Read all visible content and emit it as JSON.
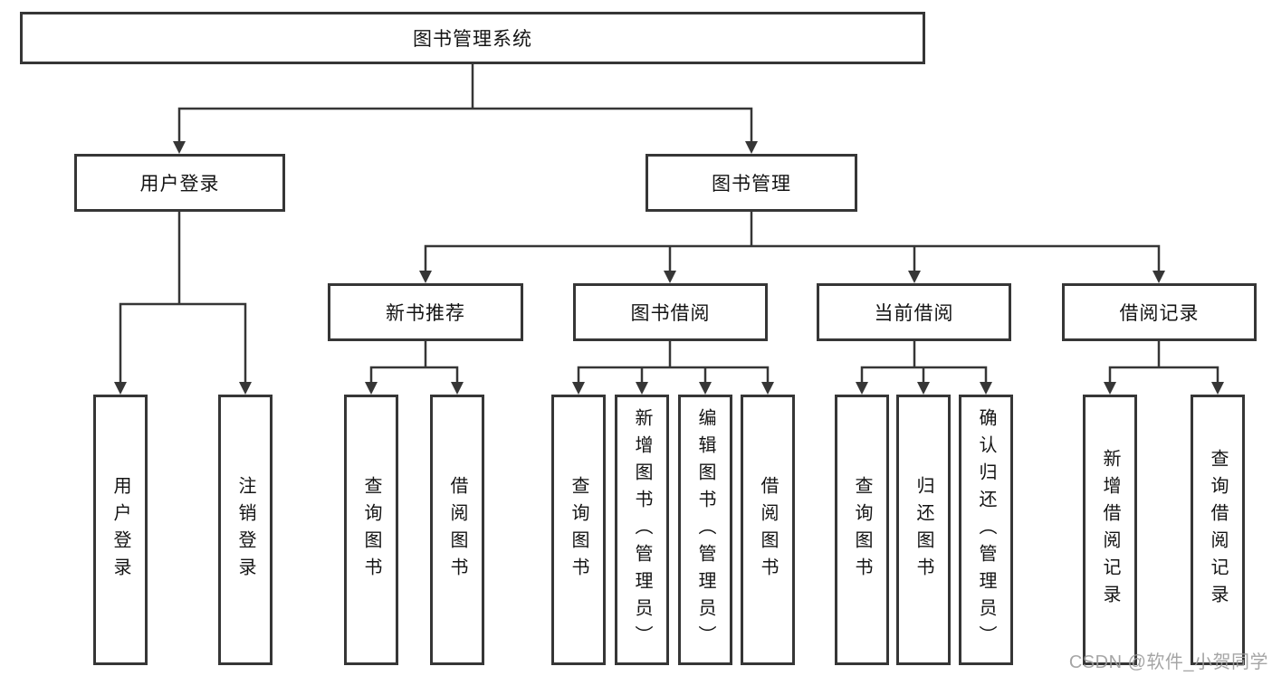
{
  "tree": {
    "root": "图书管理系统",
    "user_login": {
      "label": "用户登录",
      "children": [
        "用户登录",
        "注销登录"
      ]
    },
    "book_mgmt": {
      "label": "图书管理",
      "sections": {
        "new_books": {
          "label": "新书推荐",
          "children": [
            "查询图书",
            "借阅图书"
          ]
        },
        "borrow": {
          "label": "图书借阅",
          "children": [
            "查询图书",
            "新增图书（管理员）",
            "编辑图书（管理员）",
            "借阅图书"
          ]
        },
        "current": {
          "label": "当前借阅",
          "children": [
            "查询图书",
            "归还图书",
            "确认归还（管理员）"
          ]
        },
        "records": {
          "label": "借阅记录",
          "children": [
            "新增借阅记录",
            "查询借阅记录"
          ]
        }
      }
    }
  },
  "watermark": "CSDN @软件_小贺同学",
  "colors": {
    "line": "#363636",
    "text": "#141414",
    "watermark": "#9c9c9c",
    "background": "#ffffff"
  }
}
